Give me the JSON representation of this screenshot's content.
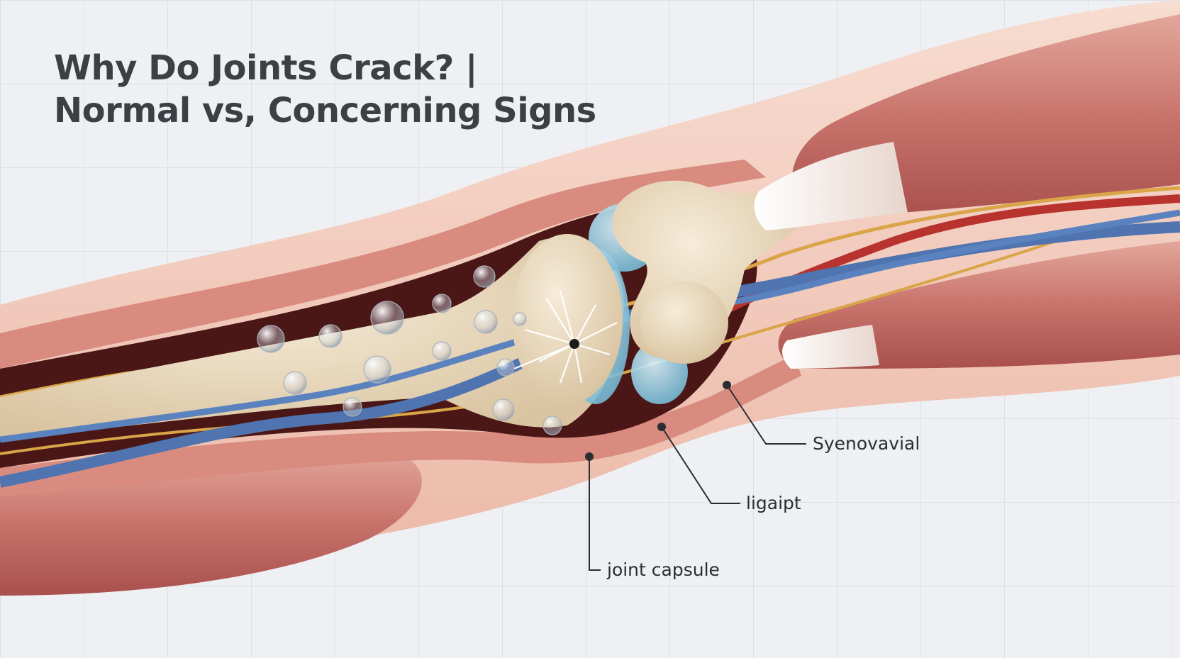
{
  "title": {
    "line1": "Why Do Joints Crack? |",
    "line2": "Normal vs, Concerning Signs"
  },
  "callouts": [
    {
      "id": "synovial",
      "label": "Syenovavial"
    },
    {
      "id": "ligament",
      "label": "ligaipt"
    },
    {
      "id": "capsule",
      "label": "joint capsule"
    }
  ],
  "colors": {
    "background": "#eef0f3",
    "grid": "#dde0e5",
    "skin": "#f2cbbd",
    "muscle": "#c8736c",
    "bone": "#e6d6bd",
    "cartilage": "#9fd4e8",
    "vein": "#4f74b0",
    "nerve": "#d9a548",
    "cavity": "#4a1716",
    "title_text": "#3c3f44",
    "callout_line": "#2b2d31"
  }
}
